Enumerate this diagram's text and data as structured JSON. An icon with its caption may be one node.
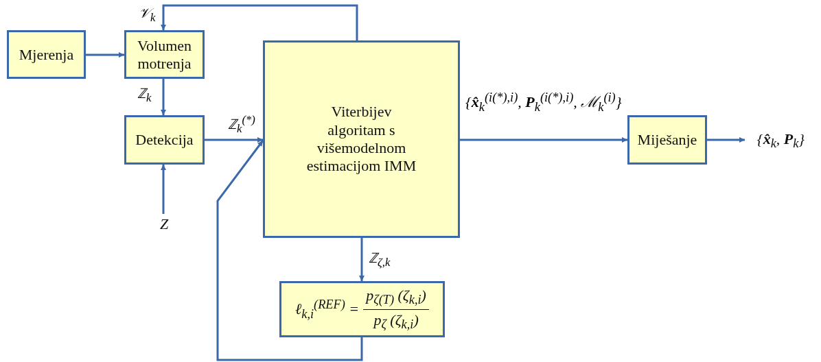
{
  "diagram": {
    "nodes": [
      {
        "text": [
          "Mjerenja"
        ]
      },
      {
        "text": [
          "Volumen motrenja"
        ]
      },
      {
        "text": [
          "Detekcija"
        ]
      },
      {
        "text": [
          "Viterbijev algoritam s višemodelnom estimacijom IMM"
        ]
      },
      {
        "text": [
          "Miješanje"
        ]
      },
      {
        "text": [
          "ℓ$_{k,i}$$^{(REF)}$ =",
          "p$_{ζ(T)}$ (ζ$_{k,i}$)",
          "p$_{ζ}$ (ζ$_{k,i}$)"
        ]
      },
      {
        "text": [
          "Z"
        ]
      },
      {
        "text": [
          "{**x̂**$_{k}$, **P**$_{k}$}"
        ]
      }
    ],
    "edges": [
      {
        "from": 0,
        "to": 1,
        "arrow": "to"
      },
      {
        "from": 1,
        "to": 2,
        "arrow": "to",
        "label": "ℤ$_{k}$"
      },
      {
        "from": 2,
        "to": 3,
        "arrow": "to",
        "label": "ℤ$_{k}$$^{(*)}$"
      },
      {
        "from": 6,
        "to": 2,
        "arrow": "to"
      },
      {
        "from": 3,
        "to": 1,
        "arrow": "to",
        "label": "𝒱$_{k}$"
      },
      {
        "from": 3,
        "to": 4,
        "arrow": "to",
        "label": "{**x̂**$_{k}$$^{(i(*),i)}$, **P**$_{k}$$^{(i(*),i)}$, ℳ$_{k}$$^{(i)}$}"
      },
      {
        "from": 4,
        "to": 7,
        "arrow": "to"
      },
      {
        "from": 3,
        "to": 5,
        "arrow": "to",
        "label": "ℤ$_{ζ,k}$"
      },
      {
        "from": 5,
        "to": 3,
        "arrow": "to"
      }
    ]
  }
}
